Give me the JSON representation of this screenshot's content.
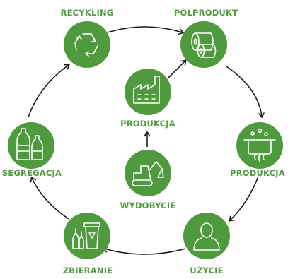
{
  "diagram": {
    "accent_color": "#4f9a3e",
    "nodes": [
      {
        "id": "recykling",
        "label": "RECYKLING",
        "icon": "recycle-icon"
      },
      {
        "id": "polprodukt",
        "label": "PÓŁPRODUKT",
        "icon": "paper-rolls-icon"
      },
      {
        "id": "produkcja-outer",
        "label": "PRODUKCJA",
        "icon": "cooking-pot-icon"
      },
      {
        "id": "uzycie",
        "label": "UŻYCIE",
        "icon": "person-icon"
      },
      {
        "id": "zbieranie",
        "label": "ZBIERANIE",
        "icon": "bin-bottles-icon"
      },
      {
        "id": "segregacja",
        "label": "SEGREGACJA",
        "icon": "plastic-bottles-icon"
      },
      {
        "id": "produkcja-inner",
        "label": "PRODUKCJA",
        "icon": "factory-icon"
      },
      {
        "id": "wydobycie",
        "label": "WYDOBYCIE",
        "icon": "excavator-icon"
      }
    ]
  }
}
